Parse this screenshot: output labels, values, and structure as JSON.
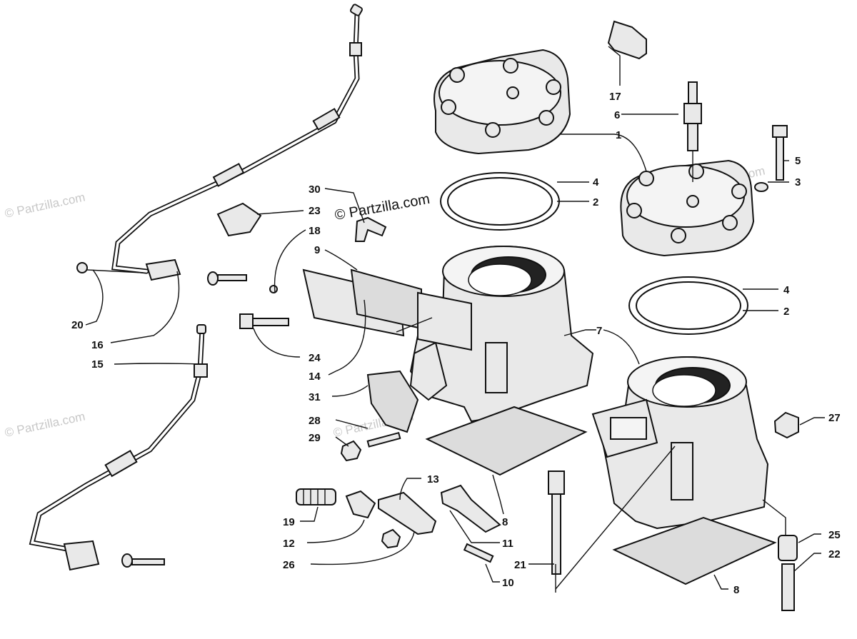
{
  "watermarks": {
    "main": "© Partzilla.com",
    "faint": "© Partzilla.com"
  },
  "callouts": [
    {
      "id": "c1",
      "text": "1"
    },
    {
      "id": "c2a",
      "text": "2"
    },
    {
      "id": "c2b",
      "text": "2"
    },
    {
      "id": "c3",
      "text": "3"
    },
    {
      "id": "c4a",
      "text": "4"
    },
    {
      "id": "c4b",
      "text": "4"
    },
    {
      "id": "c5",
      "text": "5"
    },
    {
      "id": "c6",
      "text": "6"
    },
    {
      "id": "c7",
      "text": "7"
    },
    {
      "id": "c8a",
      "text": "8"
    },
    {
      "id": "c8b",
      "text": "8"
    },
    {
      "id": "c9",
      "text": "9"
    },
    {
      "id": "c10",
      "text": "10"
    },
    {
      "id": "c11",
      "text": "11"
    },
    {
      "id": "c12",
      "text": "12"
    },
    {
      "id": "c13",
      "text": "13"
    },
    {
      "id": "c14",
      "text": "14"
    },
    {
      "id": "c15",
      "text": "15"
    },
    {
      "id": "c16",
      "text": "16"
    },
    {
      "id": "c17",
      "text": "17"
    },
    {
      "id": "c18",
      "text": "18"
    },
    {
      "id": "c19",
      "text": "19"
    },
    {
      "id": "c20",
      "text": "20"
    },
    {
      "id": "c21",
      "text": "21"
    },
    {
      "id": "c22",
      "text": "22"
    },
    {
      "id": "c23",
      "text": "23"
    },
    {
      "id": "c24",
      "text": "24"
    },
    {
      "id": "c25",
      "text": "25"
    },
    {
      "id": "c26",
      "text": "26"
    },
    {
      "id": "c27",
      "text": "27"
    },
    {
      "id": "c28",
      "text": "28"
    },
    {
      "id": "c29",
      "text": "29"
    },
    {
      "id": "c30",
      "text": "30"
    },
    {
      "id": "c31",
      "text": "31"
    }
  ],
  "colors": {
    "line": "#111111",
    "fill": "#e9e9e9",
    "watermark": "#c8c8c8"
  }
}
